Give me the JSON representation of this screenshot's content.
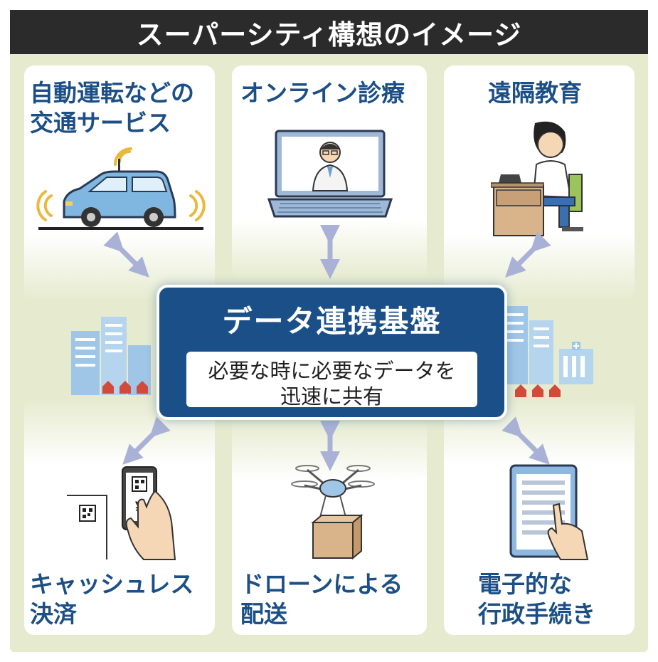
{
  "title": "スーパーシティ構想のイメージ",
  "center": {
    "title": "データ連携基盤",
    "subtitle_line1": "必要な時に必要なデータを",
    "subtitle_line2": "迅速に共有"
  },
  "panels": [
    {
      "id": "autonomous-driving",
      "line1": "自動運転などの",
      "line2": "交通サービス",
      "icon": "car-icon"
    },
    {
      "id": "online-medical",
      "line1": "オンライン診療",
      "line2": "",
      "icon": "laptop-doctor-icon"
    },
    {
      "id": "remote-education",
      "line1": "遠隔教育",
      "line2": "",
      "icon": "student-desk-icon"
    },
    {
      "id": "cashless-payment",
      "line1": "キャッシュレス",
      "line2": "決済",
      "icon": "smartphone-payment-icon"
    },
    {
      "id": "drone-delivery",
      "line1": "ドローンによる",
      "line2": "配送",
      "icon": "drone-icon"
    },
    {
      "id": "e-government",
      "line1": "電子的な",
      "line2": "行政手続き",
      "icon": "tablet-form-icon"
    }
  ],
  "qr_symbol": "¥",
  "colors": {
    "background": "#e6ebcf",
    "title_bar": "#2b2b2b",
    "label_blue": "#1c4f86",
    "center_box": "#1a4f88",
    "arrow": "#a9b2d6",
    "building": "#9fc6e6",
    "house": "#d24a3a"
  }
}
